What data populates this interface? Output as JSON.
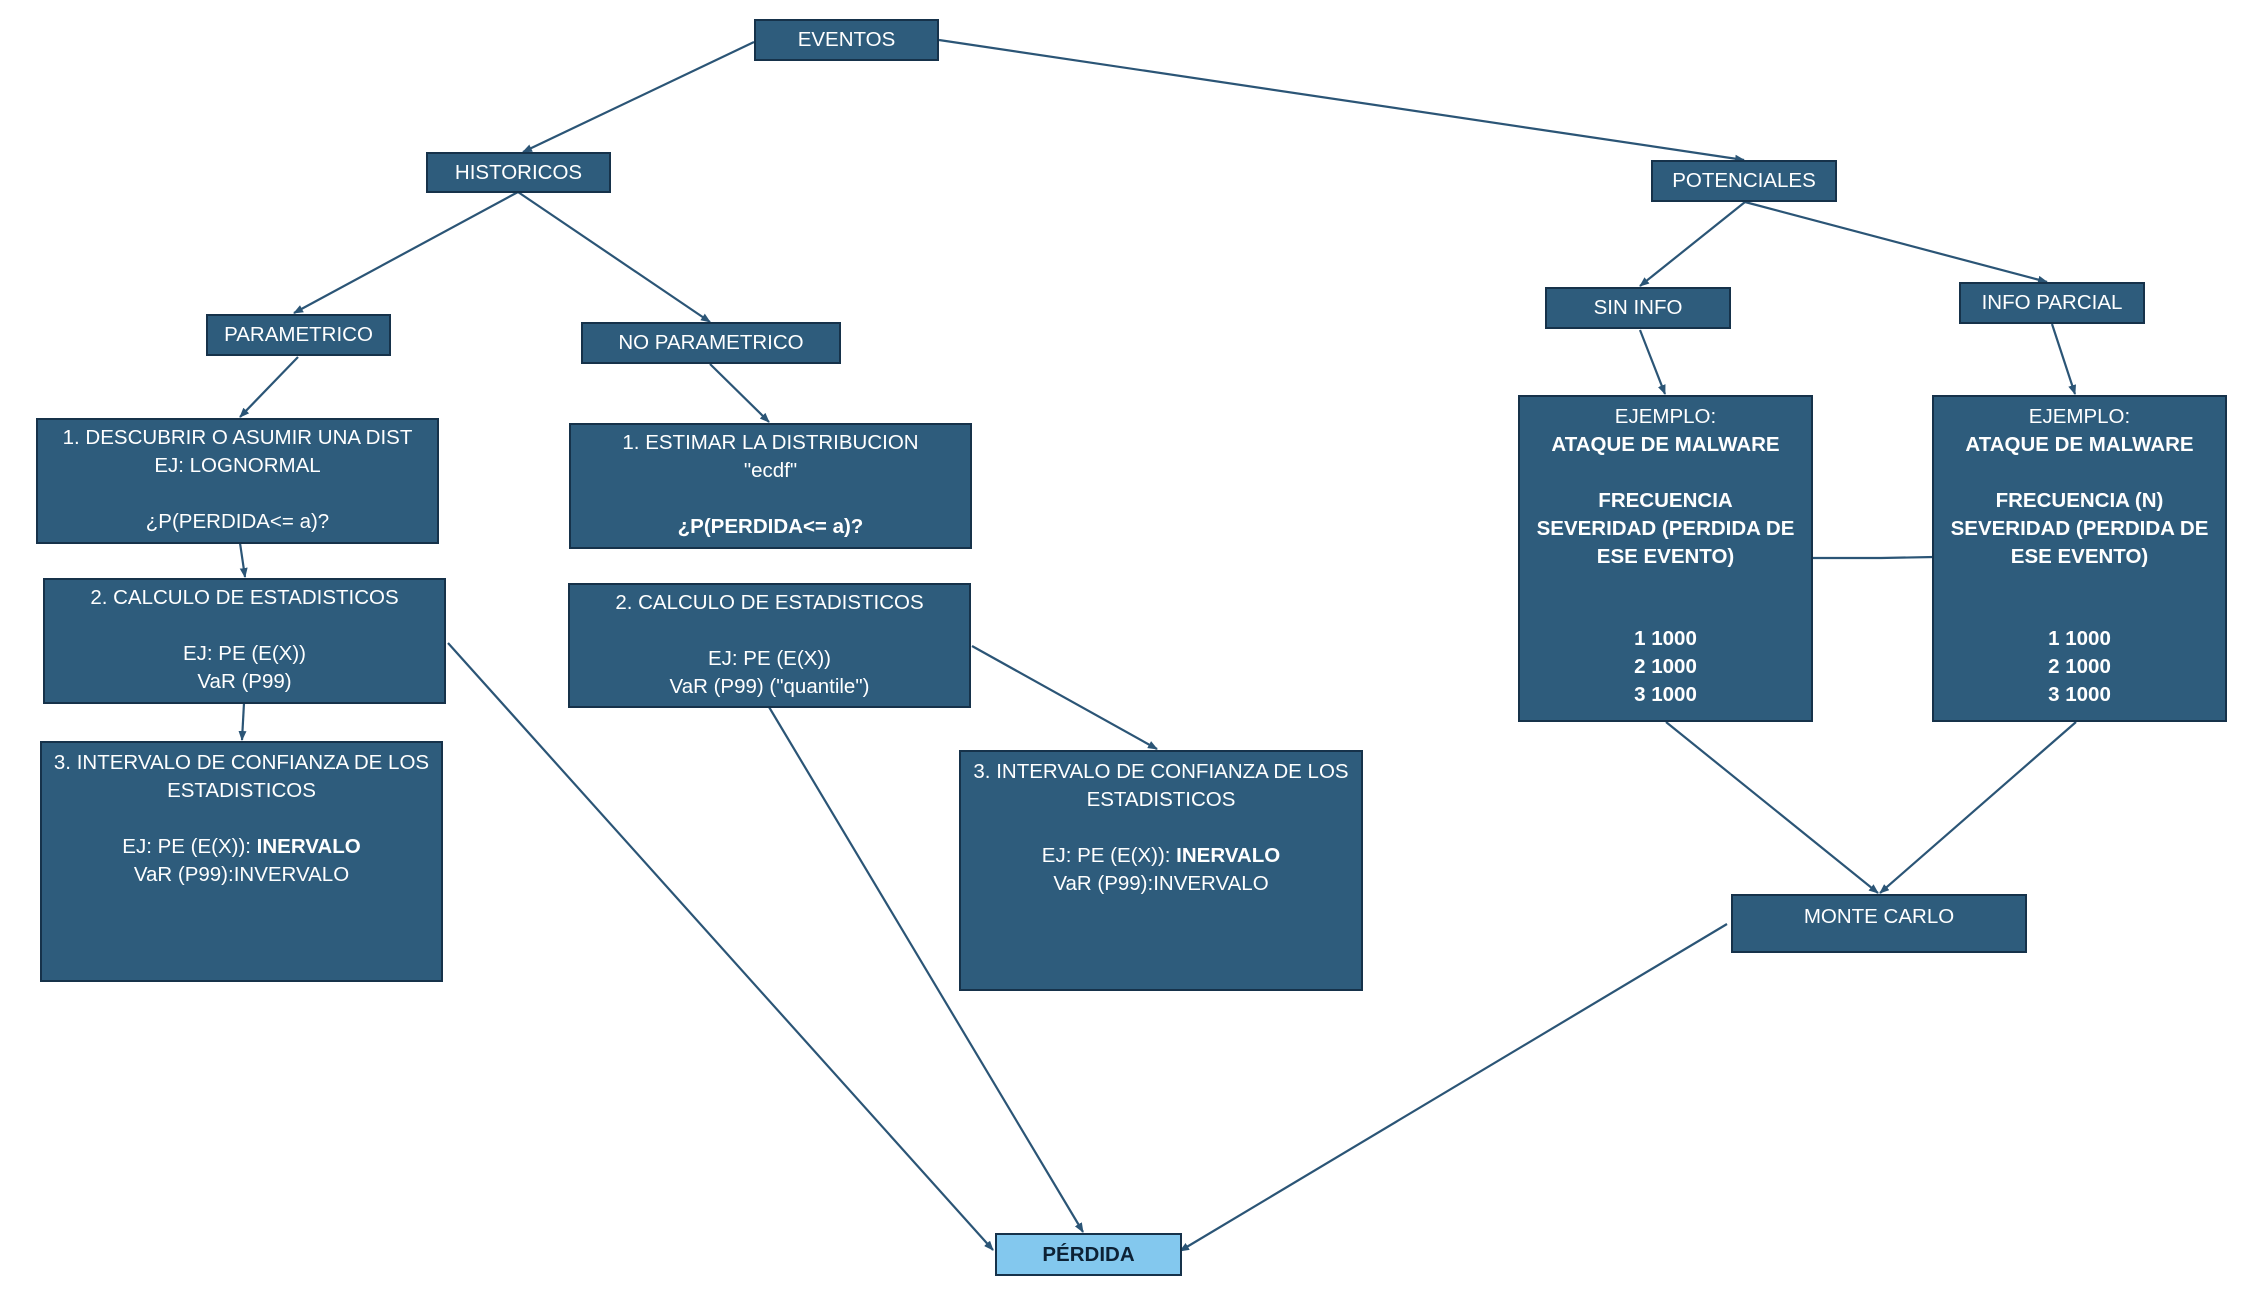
{
  "colors": {
    "box_fill": "#2e5c7c",
    "box_border": "#16324a",
    "box_text": "#ffffff",
    "final_fill": "#83c8ee",
    "final_text": "#0d2235",
    "connector": "#2b5576"
  },
  "nodes": {
    "eventos": {
      "label": "EVENTOS"
    },
    "historicos": {
      "label": "HISTORICOS"
    },
    "potenciales": {
      "label": "POTENCIALES"
    },
    "parametrico": {
      "label": "PARAMETRICO",
      "step1": {
        "l1": "1. DESCUBRIR O ASUMIR UNA DIST",
        "l2": "EJ: LOGNORMAL",
        "l4": "¿P(PERDIDA<= a)?"
      },
      "step2": {
        "l1": "2. CALCULO DE ESTADISTICOS",
        "l3": "EJ: PE (E(X))",
        "l4": "VaR (P99)"
      },
      "step3": {
        "l1": "3. INTERVALO DE CONFIANZA DE LOS",
        "l2": "ESTADISTICOS",
        "l4a": "EJ: PE (E(X)): ",
        "l4b": "INERVALO",
        "l5": "VaR (P99):INVERVALO"
      }
    },
    "no_parametrico": {
      "label": "NO PARAMETRICO",
      "step1": {
        "l1": "1. ESTIMAR LA DISTRIBUCION",
        "l2": "\"ecdf\"",
        "l4": "¿P(PERDIDA<= a)?"
      },
      "step2": {
        "l1": "2. CALCULO DE ESTADISTICOS",
        "l3": "EJ: PE (E(X))",
        "l4": "VaR (P99) (\"quantile\")"
      },
      "step3": {
        "l1": "3. INTERVALO DE CONFIANZA DE LOS",
        "l2": "ESTADISTICOS",
        "l4a": "EJ: PE (E(X)): ",
        "l4b": "INERVALO",
        "l5": "VaR (P99):INVERVALO"
      }
    },
    "sin_info": {
      "label": "SIN INFO",
      "example": {
        "l1": "EJEMPLO:",
        "l2": "ATAQUE DE MALWARE",
        "l4": "FRECUENCIA",
        "l5": "SEVERIDAD (PERDIDA DE",
        "l6": "ESE EVENTO)",
        "r1": "1 1000",
        "r2": "2 1000",
        "r3": "3 1000"
      }
    },
    "info_parcial": {
      "label": "INFO PARCIAL",
      "example": {
        "l1": "EJEMPLO:",
        "l2": "ATAQUE DE MALWARE",
        "l4": "FRECUENCIA (N)",
        "l5": "SEVERIDAD (PERDIDA DE",
        "l6": "ESE EVENTO)",
        "r1": "1 1000",
        "r2": "2 1000",
        "r3": "3 1000"
      }
    },
    "monte_carlo": {
      "label": "MONTE CARLO"
    },
    "perdida": {
      "label": "PÉRDIDA"
    }
  }
}
